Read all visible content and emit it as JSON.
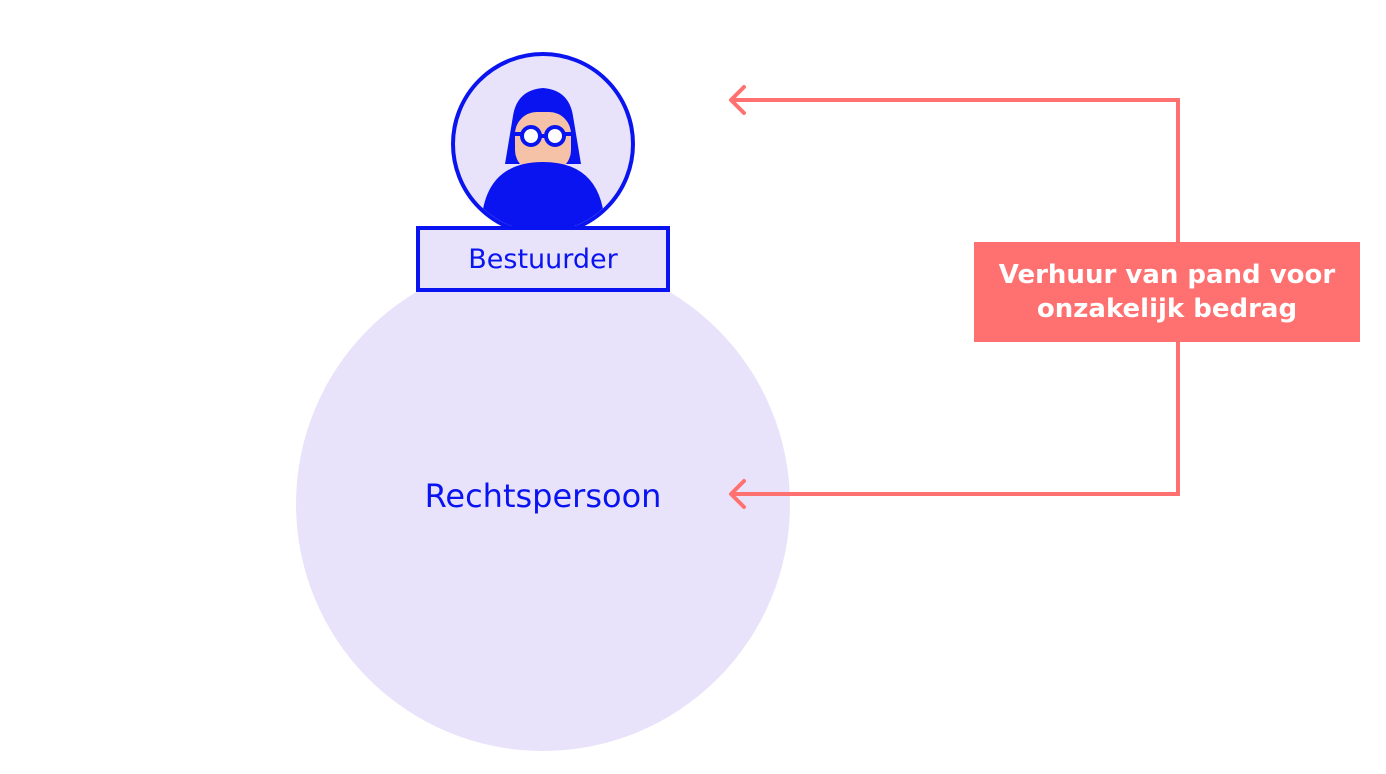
{
  "diagram": {
    "entity": {
      "label": "Rechtspersoon"
    },
    "person": {
      "role_label": "Bestuurder",
      "icon": "person-with-glasses-icon"
    },
    "flow": {
      "label_line1": "Verhuur van pand voor",
      "label_line2": "onzakelijk bedrag",
      "direction": "to both Bestuurder and Rechtspersoon"
    },
    "colors": {
      "primary_blue": "#0A14F0",
      "light_lavender": "#E8E3FA",
      "accent_coral": "#FF7170",
      "skin": "#F5C2A8"
    }
  }
}
